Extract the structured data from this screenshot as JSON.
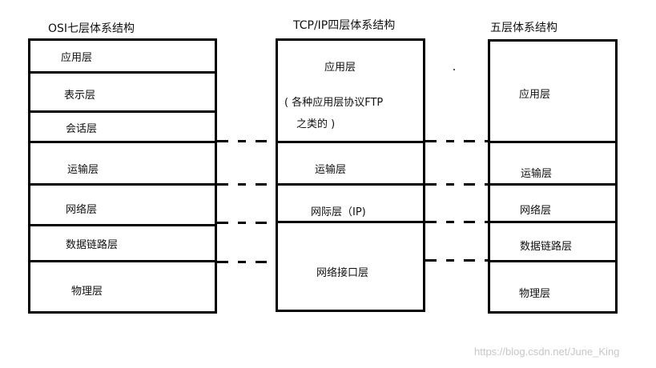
{
  "osi": {
    "title": "OSI七层体系结构",
    "layers": [
      "应用层",
      "表示层",
      "会话层",
      "运输层",
      "网络层",
      "数据链路层",
      "物理层"
    ]
  },
  "tcpip": {
    "title": "TCP/IP四层体系结构",
    "app_label": "应用层",
    "app_note_line1": "( 各种应用层协议FTP",
    "app_note_line2": "之类的 )",
    "transport": "运输层",
    "internet": "网际层（IP)",
    "link": "网络接口层"
  },
  "five": {
    "title": "五层体系结构",
    "layers": [
      "应用层",
      "运输层",
      "网络层",
      "数据链路层",
      "物理层"
    ]
  },
  "watermark": "https://blog.csdn.net/June_King"
}
